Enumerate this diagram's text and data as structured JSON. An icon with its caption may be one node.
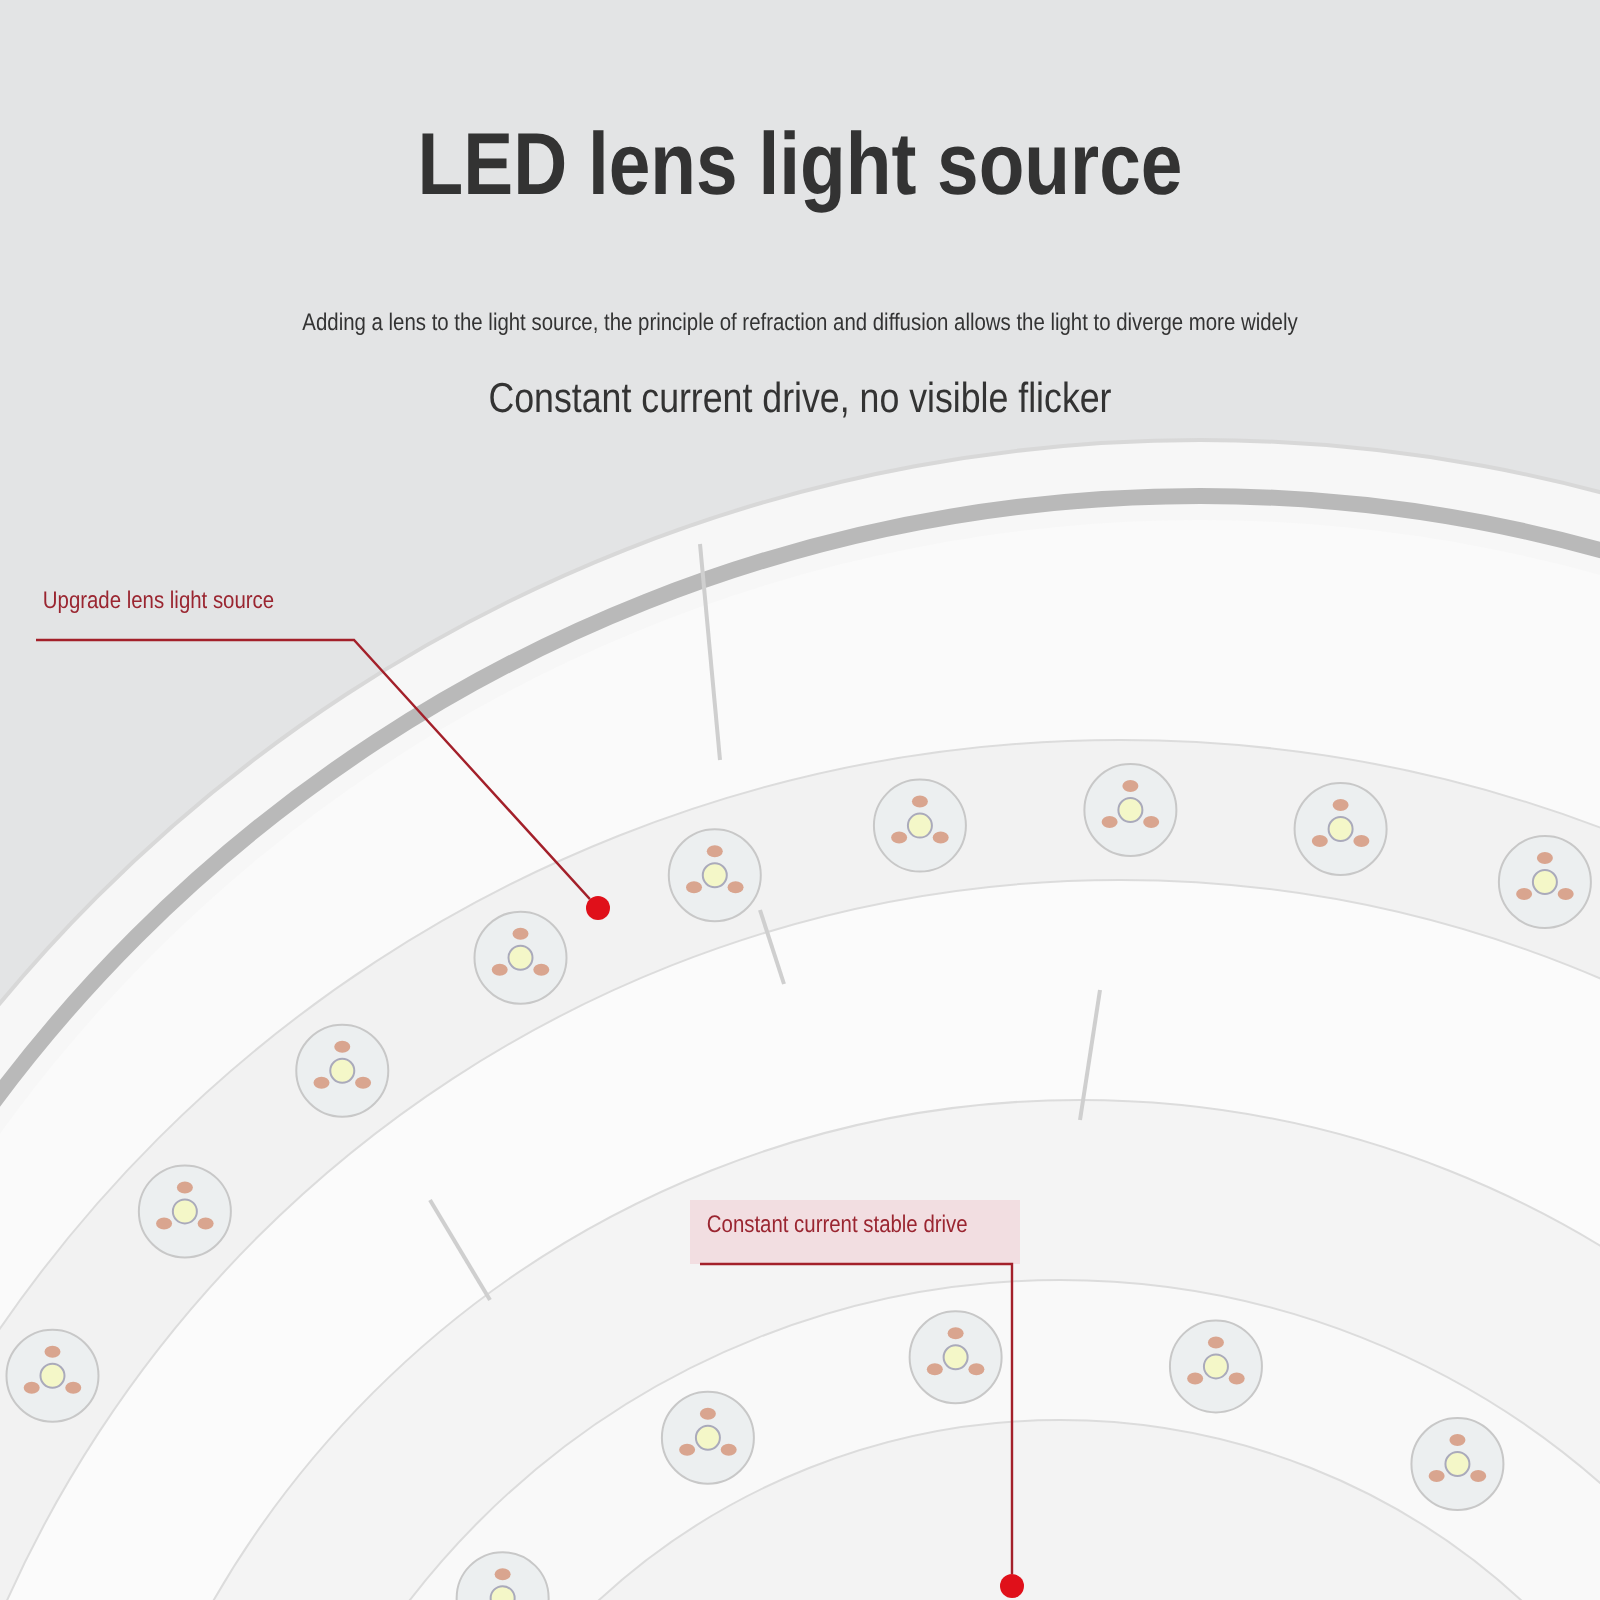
{
  "diagram": {
    "title": "LED lens light source",
    "nodes": [
      {
        "text": [
          "Upgrade lens light source"
        ]
      },
      {
        "text": [],
        "shape": "circle"
      },
      {
        "text": [
          "Constant current stable drive"
        ]
      },
      {
        "text": [],
        "shape": "circle"
      }
    ],
    "edges": [
      {
        "from": 0,
        "to": 1,
        "arrow": "none"
      },
      {
        "from": 2,
        "to": 3,
        "arrow": "none"
      }
    ],
    "labels": [
      "Adding a lens to the light source, the principle of refraction and diffusion allows the light to diverge more widely",
      "Constant current drive, no visible flicker"
    ]
  }
}
